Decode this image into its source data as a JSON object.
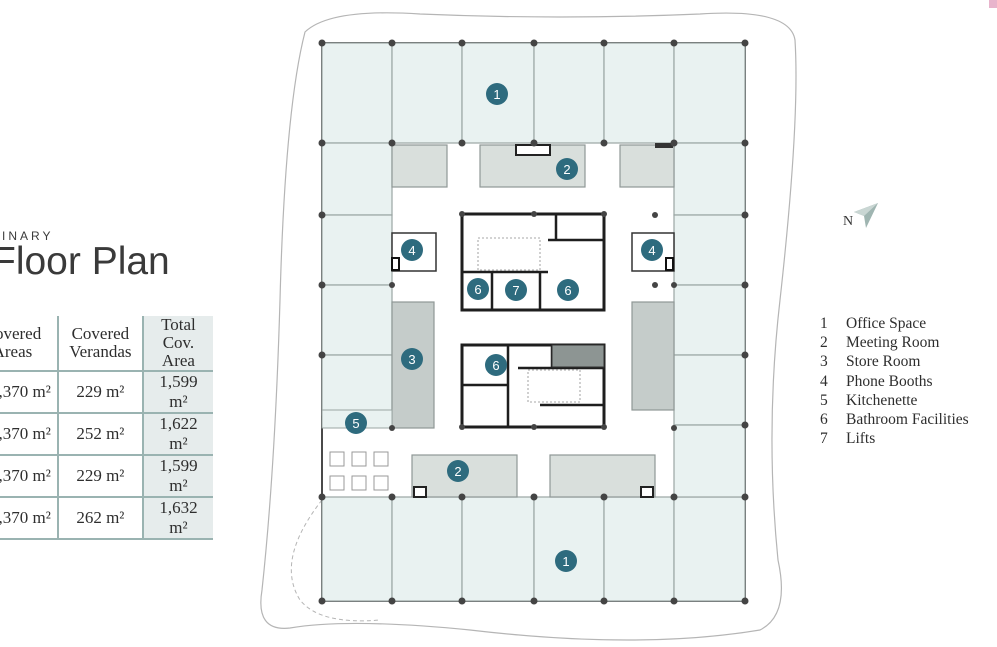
{
  "header": {
    "subtitle": "INARY",
    "title": "Floor Plan"
  },
  "area_table": {
    "columns": [
      "Covered\nAreas",
      "Covered\nVerandas",
      "Total\nCov. Area"
    ],
    "col1": "Covered",
    "col1b": "Areas",
    "col2": "Covered",
    "col2b": "Verandas",
    "col3": "Total",
    "col3b": "Cov. Area",
    "rows": [
      {
        "covered": ",370 m²",
        "verandas": "229 m²",
        "total": "1,599 m²"
      },
      {
        "covered": ",370 m²",
        "verandas": "252 m²",
        "total": "1,622 m²"
      },
      {
        "covered": ",370 m²",
        "verandas": "229 m²",
        "total": "1,599 m²"
      },
      {
        "covered": ",370 m²",
        "verandas": "262 m²",
        "total": "1,632 m²"
      }
    ]
  },
  "compass": {
    "letter": "N"
  },
  "legend": {
    "items": [
      {
        "num": "1",
        "label": "Office Space"
      },
      {
        "num": "2",
        "label": "Meeting Room"
      },
      {
        "num": "3",
        "label": "Store Room"
      },
      {
        "num": "4",
        "label": "Phone Booths"
      },
      {
        "num": "5",
        "label": "Kitchenette"
      },
      {
        "num": "6",
        "label": "Bathroom Facilities"
      },
      {
        "num": "7",
        "label": "Lifts"
      }
    ]
  },
  "markers": [
    "1",
    "2",
    "4",
    "4",
    "6",
    "7",
    "6",
    "3",
    "6",
    "5",
    "2",
    "1"
  ],
  "colors": {
    "marker": "#2e6b7e",
    "office_fill": "#e9f2f1",
    "room_fill": "#d9dfdc",
    "store_fill": "#c5ccca",
    "wall": "#4a4a4a",
    "table_rule": "#9ab3b1"
  }
}
